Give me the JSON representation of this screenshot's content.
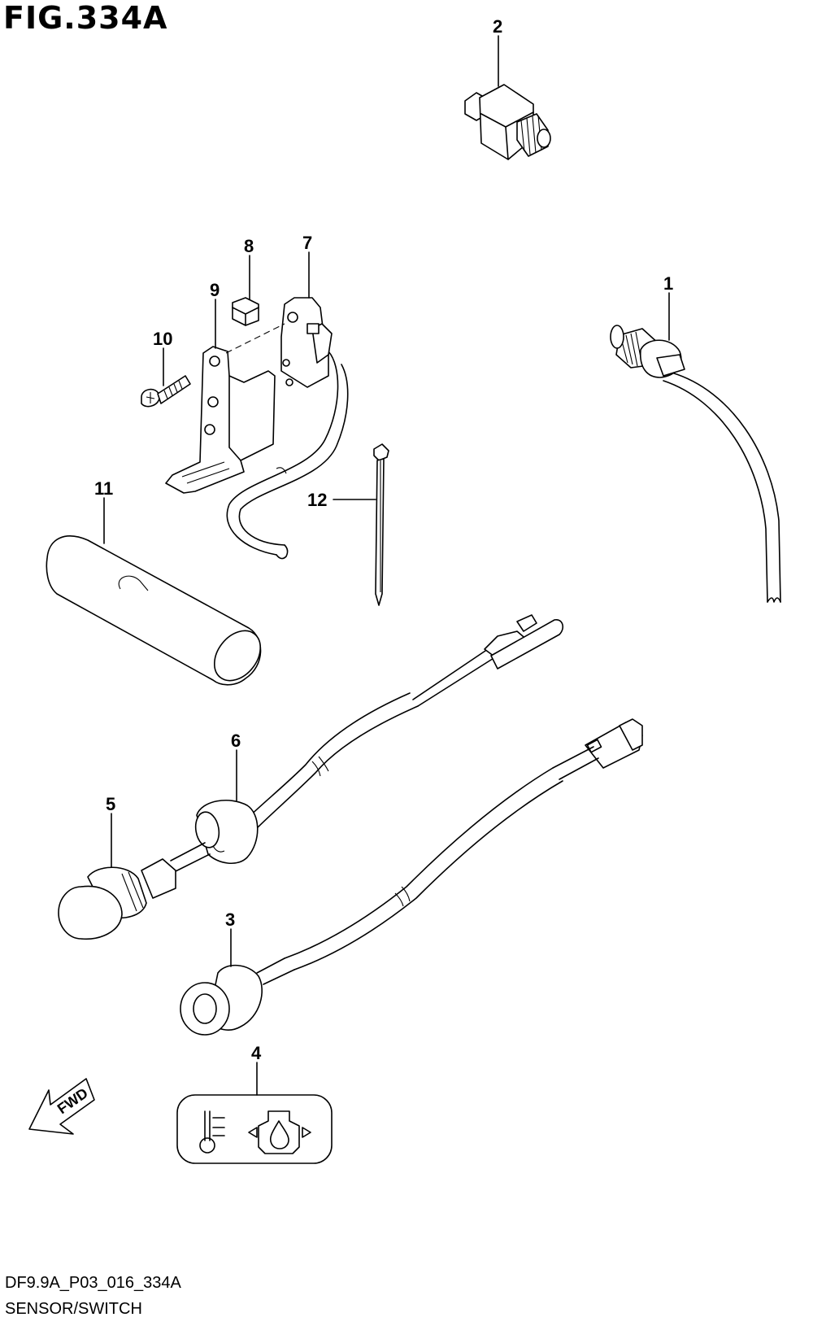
{
  "title": "FIG.334A",
  "diagram_code": "DF9.9A_P03_016_334A",
  "caption": "SENSOR/SWITCH",
  "fwd_label": "FWD",
  "callouts": [
    "1",
    "2",
    "3",
    "4",
    "5",
    "6",
    "7",
    "8",
    "9",
    "10",
    "11",
    "12"
  ]
}
